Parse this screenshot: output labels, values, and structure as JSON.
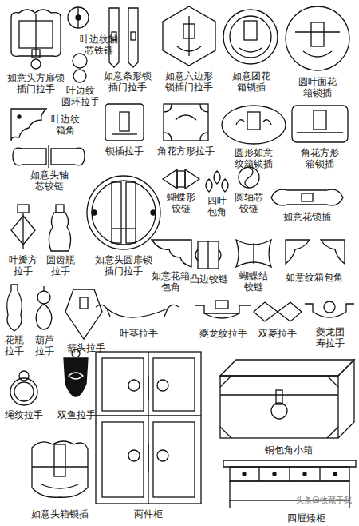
{
  "diagram": {
    "labels": [
      "如意头方扉锁 插门拉手",
      "叶边纹轴 芯铁链",
      "如意条形锁 插门拉手",
      "如意六边形 锁插门拉手",
      "如意团花 箱锁插",
      "圆叶面花 箱锁插",
      "叶边纹 圆环拉手",
      "叶边纹 箱角",
      "锁插拉手",
      "角花方形拉手",
      "圆形如意 纹箱锁插",
      "角花方形 箱锁插",
      "如意头轴 芯铰链",
      "蝴蝶形 铰链",
      "四叶 包角",
      "圆轴芯 铰链",
      "如意花锁插",
      "叶瓣方 拉手",
      "圆齿瓶 拉手",
      "如意头圆扉锁 插门拉手",
      "如意花箱 包角",
      "凸边铰链",
      "蝴蝶结 铰链",
      "如意纹箱包角",
      "花瓶 拉手",
      "葫芦 拉手",
      "箭头拉手",
      "叶茎拉手",
      "夔龙纹拉手",
      "双菱拉手",
      "夔龙团 寿拉手",
      "绳纹拉手",
      "双鱼拉手",
      "铜包角小箱",
      "两件柜",
      "如意头箱锁插",
      "四屉矮柜",
      "头条@收藏于我"
    ]
  }
}
